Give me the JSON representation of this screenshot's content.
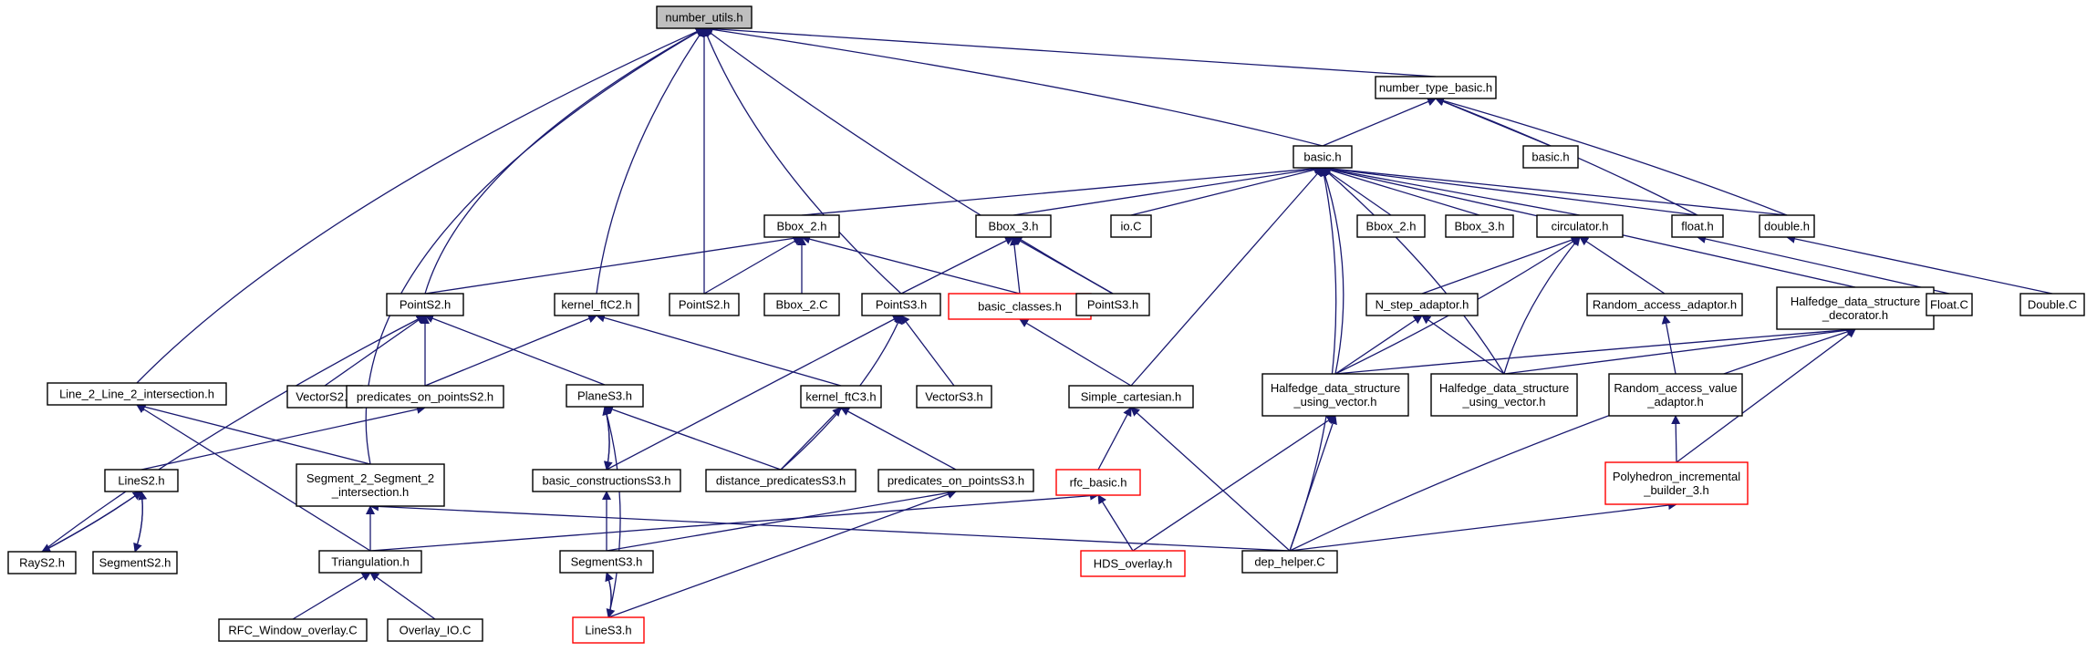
{
  "colors": {
    "edge": "#191970",
    "border_default": "#000000",
    "border_truncated": "#ff0000",
    "focus_fill": "#bfbfbf",
    "fill": "#ffffff"
  },
  "nodes": [
    {
      "id": "number_utils",
      "lines": [
        "number_utils.h"
      ],
      "style": "focus"
    },
    {
      "id": "number_type_basic",
      "lines": [
        "number_type_basic.h"
      ],
      "style": "default"
    },
    {
      "id": "basic_h",
      "lines": [
        "basic.h"
      ],
      "style": "default"
    },
    {
      "id": "basic_h_r",
      "lines": [
        "basic.h"
      ],
      "style": "default"
    },
    {
      "id": "bbox2h",
      "lines": [
        "Bbox_2.h"
      ],
      "style": "default"
    },
    {
      "id": "bbox3h",
      "lines": [
        "Bbox_3.h"
      ],
      "style": "default"
    },
    {
      "id": "io_c",
      "lines": [
        "io.C"
      ],
      "style": "default"
    },
    {
      "id": "bbox2h_r",
      "lines": [
        "Bbox_2.h"
      ],
      "style": "default"
    },
    {
      "id": "bbox3h_r",
      "lines": [
        "Bbox_3.h"
      ],
      "style": "default"
    },
    {
      "id": "circulator",
      "lines": [
        "circulator.h"
      ],
      "style": "default"
    },
    {
      "id": "float_h",
      "lines": [
        "float.h"
      ],
      "style": "default"
    },
    {
      "id": "double_h",
      "lines": [
        "double.h"
      ],
      "style": "default"
    },
    {
      "id": "points2h",
      "lines": [
        "PointS2.h"
      ],
      "style": "default"
    },
    {
      "id": "kernel_ftc2",
      "lines": [
        "kernel_ftC2.h"
      ],
      "style": "default"
    },
    {
      "id": "points2h_b",
      "lines": [
        "PointS2.h"
      ],
      "style": "default"
    },
    {
      "id": "bbox2c",
      "lines": [
        "Bbox_2.C"
      ],
      "style": "default"
    },
    {
      "id": "points3h",
      "lines": [
        "PointS3.h"
      ],
      "style": "default"
    },
    {
      "id": "basic_classes",
      "lines": [
        "basic_classes.h"
      ],
      "style": "truncated"
    },
    {
      "id": "points3h_b",
      "lines": [
        "PointS3.h"
      ],
      "style": "default"
    },
    {
      "id": "nstep",
      "lines": [
        "N_step_adaptor.h"
      ],
      "style": "default"
    },
    {
      "id": "raa",
      "lines": [
        "Random_access_adaptor.h"
      ],
      "style": "default"
    },
    {
      "id": "hds_dec",
      "lines": [
        "Halfedge_data_structure",
        "_decorator.h"
      ],
      "style": "default"
    },
    {
      "id": "float_c",
      "lines": [
        "Float.C"
      ],
      "style": "default"
    },
    {
      "id": "double_c",
      "lines": [
        "Double.C"
      ],
      "style": "default"
    },
    {
      "id": "line2line2",
      "lines": [
        "Line_2_Line_2_intersection.h"
      ],
      "style": "default"
    },
    {
      "id": "vectors2h",
      "lines": [
        "VectorS2.h"
      ],
      "style": "default"
    },
    {
      "id": "predpts2",
      "lines": [
        "predicates_on_pointsS2.h"
      ],
      "style": "default"
    },
    {
      "id": "planes3h",
      "lines": [
        "PlaneS3.h"
      ],
      "style": "default"
    },
    {
      "id": "kernel_ftc3",
      "lines": [
        "kernel_ftC3.h"
      ],
      "style": "default"
    },
    {
      "id": "vectors3h",
      "lines": [
        "VectorS3.h"
      ],
      "style": "default"
    },
    {
      "id": "simple_cart",
      "lines": [
        "Simple_cartesian.h"
      ],
      "style": "default"
    },
    {
      "id": "hds_vec1",
      "lines": [
        "Halfedge_data_structure",
        "_using_vector.h"
      ],
      "style": "default"
    },
    {
      "id": "hds_vec2",
      "lines": [
        "Halfedge_data_structure",
        "_using_vector.h"
      ],
      "style": "default"
    },
    {
      "id": "rav",
      "lines": [
        "Random_access_value",
        "_adaptor.h"
      ],
      "style": "default"
    },
    {
      "id": "lines2h",
      "lines": [
        "LineS2.h"
      ],
      "style": "default"
    },
    {
      "id": "seg2seg2",
      "lines": [
        "Segment_2_Segment_2",
        "_intersection.h"
      ],
      "style": "default"
    },
    {
      "id": "basic_cons",
      "lines": [
        "basic_constructionsS3.h"
      ],
      "style": "default"
    },
    {
      "id": "dist_pred",
      "lines": [
        "distance_predicatesS3.h"
      ],
      "style": "default"
    },
    {
      "id": "predpts3",
      "lines": [
        "predicates_on_pointsS3.h"
      ],
      "style": "default"
    },
    {
      "id": "rfc_basic",
      "lines": [
        "rfc_basic.h"
      ],
      "style": "truncated"
    },
    {
      "id": "poly_inc",
      "lines": [
        "Polyhedron_incremental",
        "_builder_3.h"
      ],
      "style": "truncated"
    },
    {
      "id": "rays2h",
      "lines": [
        "RayS2.h"
      ],
      "style": "default"
    },
    {
      "id": "segs2h",
      "lines": [
        "SegmentS2.h"
      ],
      "style": "default"
    },
    {
      "id": "triang",
      "lines": [
        "Triangulation.h"
      ],
      "style": "default"
    },
    {
      "id": "segs3h",
      "lines": [
        "SegmentS3.h"
      ],
      "style": "default"
    },
    {
      "id": "hds_overlay",
      "lines": [
        "HDS_overlay.h"
      ],
      "style": "truncated"
    },
    {
      "id": "dep_helper",
      "lines": [
        "dep_helper.C"
      ],
      "style": "default"
    },
    {
      "id": "rfc_win",
      "lines": [
        "RFC_Window_overlay.C"
      ],
      "style": "default"
    },
    {
      "id": "overlay_io",
      "lines": [
        "Overlay_IO.C"
      ],
      "style": "default"
    },
    {
      "id": "lines3h",
      "lines": [
        "LineS3.h"
      ],
      "style": "truncated"
    }
  ]
}
